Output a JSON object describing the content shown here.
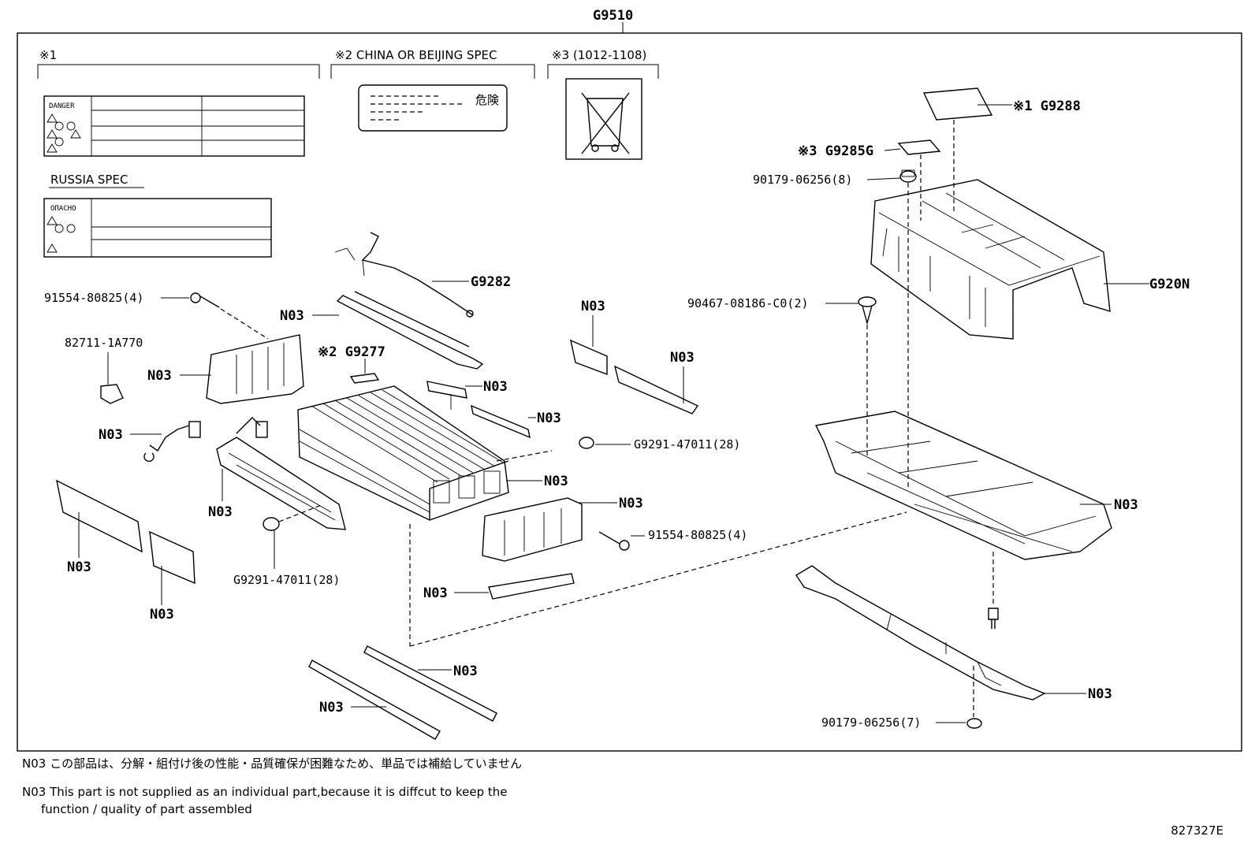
{
  "assembly_label": "G9510",
  "sections": {
    "s1": "※1",
    "s2": "※2 CHINA OR BEIJING SPEC",
    "s3": "※3 (1012-1108)",
    "russia": "RUSSIA SPEC"
  },
  "label_art": {
    "danger": "DANGER",
    "opasno": "ОПАСНО",
    "kiken": "危険"
  },
  "callouts": {
    "g9288": "※1 G9288",
    "g9285g": "※3 G9285G",
    "p9017906256_8": "90179-06256(8)",
    "g920n": "G920N",
    "p9046708186": "90467-08186-C0(2)",
    "g9282": "G9282",
    "p9155480825_a": "91554-80825(4)",
    "p827111a770": "82711-1A770",
    "g9277": "※2 G9277",
    "g9291_a": "G9291-47011(28)",
    "g9291_b": "G9291-47011(28)",
    "p9155480825_b": "91554-80825(4)",
    "p9017906256_7": "90179-06256(7)",
    "n03": "N03"
  },
  "notes": {
    "jp": "N03 この部品は、分解・組付け後の性能・品質確保が困難なため、単品では補給していません",
    "en_line1": "N03 This part is not supplied as an  individual part,because it is diffcut to keep the",
    "en_line2": "function / quality of part assembled"
  },
  "diagram_code": "827327E"
}
